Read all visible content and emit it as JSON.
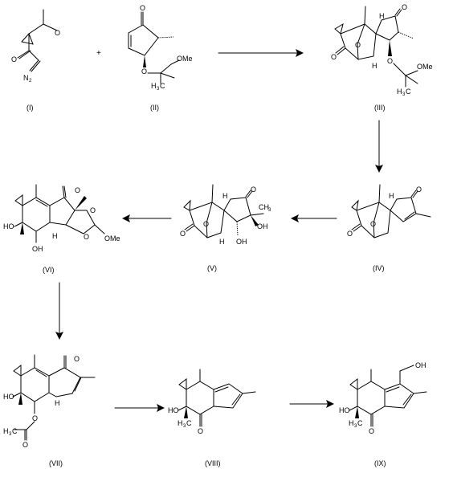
{
  "compounds": [
    {
      "id": "I",
      "label": "(I)"
    },
    {
      "id": "II",
      "label": "(II)"
    },
    {
      "id": "III",
      "label": "(III)"
    },
    {
      "id": "IV",
      "label": "(IV)"
    },
    {
      "id": "V",
      "label": "(V)"
    },
    {
      "id": "VI",
      "label": "(VI)"
    },
    {
      "id": "VII",
      "label": "(VII)"
    },
    {
      "id": "VIII",
      "label": "(VIII)"
    },
    {
      "id": "IX",
      "label": "(IX)"
    }
  ],
  "plus_sign": "+",
  "atoms": {
    "O": "O",
    "N": "N",
    "N2_sub": "2",
    "OMe": "OMe",
    "OH": "OH",
    "HO": "HO",
    "H": "H",
    "H3C": "H",
    "C_of_H3C": "C",
    "three": "3",
    "CH3_C": "CH",
    "CH3_3": "3",
    "C": "C"
  },
  "arrows": [
    {
      "from": "II",
      "to": "III",
      "direction": "right"
    },
    {
      "from": "III",
      "to": "IV",
      "direction": "down"
    },
    {
      "from": "IV",
      "to": "V",
      "direction": "left"
    },
    {
      "from": "V",
      "to": "VI",
      "direction": "left"
    },
    {
      "from": "VI",
      "to": "VII",
      "direction": "down"
    },
    {
      "from": "VII",
      "to": "VIII",
      "direction": "right"
    },
    {
      "from": "VIII",
      "to": "IX",
      "direction": "right"
    }
  ]
}
